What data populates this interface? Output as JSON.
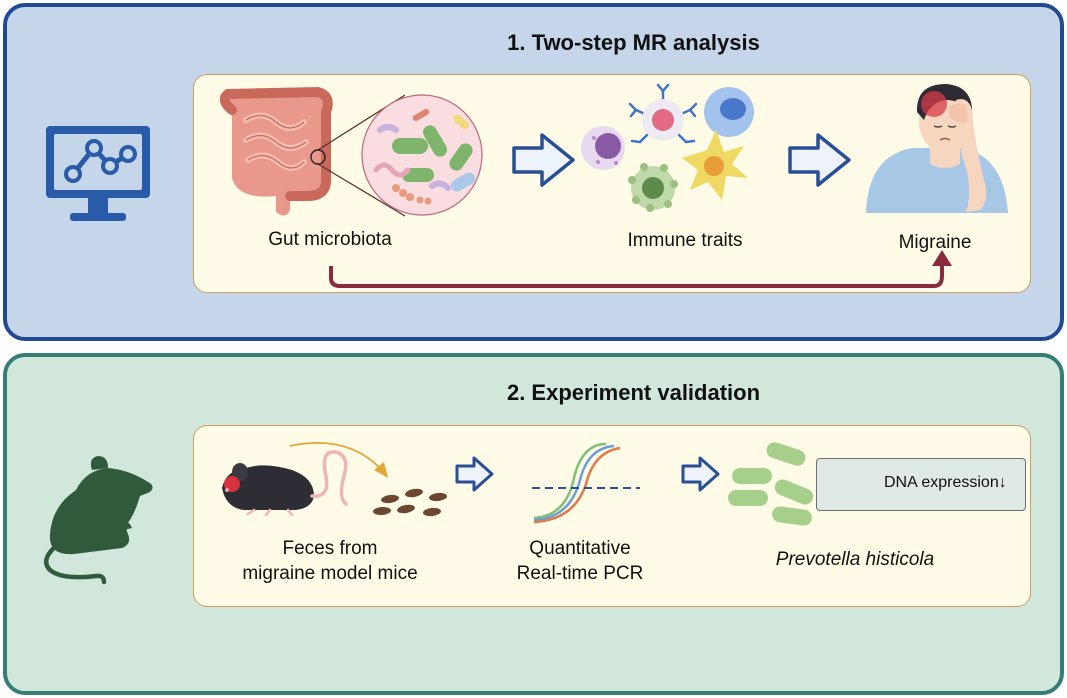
{
  "section1": {
    "title": "1. Two-step MR analysis",
    "labels": {
      "gut": "Gut microbiota",
      "immune": "Immune traits",
      "migraine": "Migraine"
    },
    "icons": {
      "left": "computer-monitor-network-icon",
      "gut": "intestine-icon",
      "microbes": "microbiota-circle-icon",
      "immune": "immune-cells-icon",
      "migraine": "headache-person-icon"
    },
    "colors": {
      "panel_fill": "#c5d6ea",
      "panel_border": "#1f4a92",
      "direct_arrow": "#8b2a3f"
    }
  },
  "section2": {
    "title": "2. Experiment validation",
    "labels": {
      "feces_line1": "Feces from",
      "feces_line2": "migraine model mice",
      "pcr_line1": "Quantitative",
      "pcr_line2": "Real-time PCR",
      "bacterium": "Prevotella histicola",
      "dna": "DNA expression↓"
    },
    "icons": {
      "left": "mouse-silhouette-icon",
      "mouse": "mouse-icon",
      "pcr": "pcr-curves-icon",
      "bacteria": "rod-bacteria-icon",
      "dna": "dna-helix-icon"
    },
    "colors": {
      "panel_fill": "#d2e7dc",
      "panel_border": "#357d77"
    }
  }
}
